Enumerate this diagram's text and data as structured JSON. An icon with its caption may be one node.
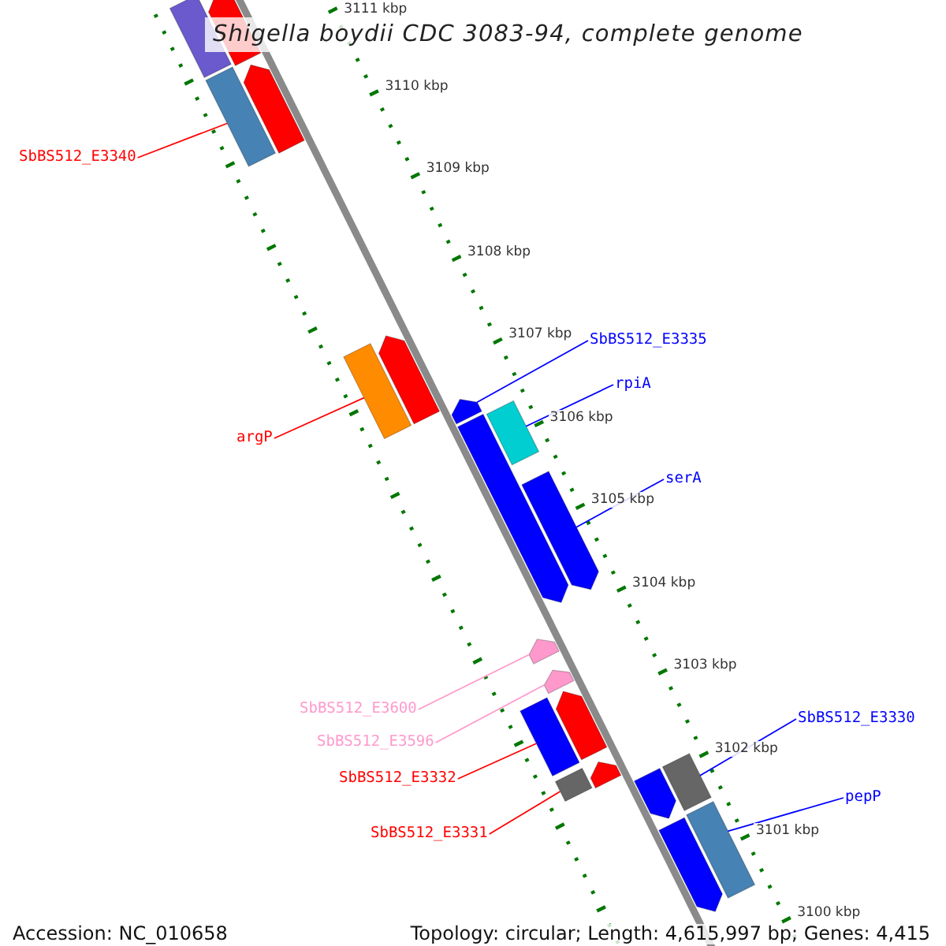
{
  "diagram": {
    "title": "Shigella boydii CDC 3083-94, complete genome",
    "nodes": [
      {
        "text": [
          "SbBS512_E3340"
        ]
      },
      {
        "text": [],
        "shape": "bar"
      },
      {
        "text": [
          "SbBS512_E3335"
        ]
      },
      {
        "text": [],
        "shape": "bar"
      },
      {
        "text": [
          "rpiA"
        ]
      },
      {
        "text": [],
        "shape": "bar"
      },
      {
        "text": [
          "argP"
        ]
      },
      {
        "text": [],
        "shape": "bar"
      },
      {
        "text": [
          "serA"
        ]
      },
      {
        "text": [],
        "shape": "bar"
      },
      {
        "text": [
          "SbBS512_E3600"
        ]
      },
      {
        "text": [],
        "shape": "bar"
      },
      {
        "text": [
          "SbBS512_E3596"
        ]
      },
      {
        "text": [],
        "shape": "bar"
      },
      {
        "text": [
          "SbBS512_E3330"
        ]
      },
      {
        "text": [],
        "shape": "bar"
      },
      {
        "text": [
          "SbBS512_E3332"
        ]
      },
      {
        "text": [],
        "shape": "bar"
      },
      {
        "text": [
          "pepP"
        ]
      },
      {
        "text": [],
        "shape": "bar"
      },
      {
        "text": [
          "SbBS512_E3331"
        ]
      },
      {
        "text": [],
        "shape": "bar"
      },
      {
        "text": [],
        "shape": "bar"
      },
      {
        "text": [],
        "shape": "bar"
      },
      {
        "text": [],
        "shape": "bar"
      },
      {
        "text": [],
        "shape": "bar"
      },
      {
        "text": [],
        "shape": "bar"
      },
      {
        "text": [],
        "shape": "bar"
      },
      {
        "text": [],
        "shape": "bar"
      },
      {
        "text": [],
        "shape": "bar"
      },
      {
        "text": [],
        "shape": "bar"
      }
    ],
    "edges": [
      {
        "from": 0,
        "to": 1,
        "arrow": "none",
        "color": "#ff0000"
      },
      {
        "from": 2,
        "to": 3,
        "arrow": "none"
      },
      {
        "from": 4,
        "to": 5,
        "arrow": "none"
      },
      {
        "from": 6,
        "to": 7,
        "arrow": "none",
        "color": "#ff0000"
      },
      {
        "from": 8,
        "to": 9,
        "arrow": "none"
      },
      {
        "from": 10,
        "to": 11,
        "arrow": "none",
        "color": "#ff99cc"
      },
      {
        "from": 12,
        "to": 13,
        "arrow": "none",
        "color": "#ff99cc"
      },
      {
        "from": 14,
        "to": 15,
        "arrow": "none"
      },
      {
        "from": 16,
        "to": 17,
        "arrow": "none",
        "color": "#ff0000"
      },
      {
        "from": 18,
        "to": 19,
        "arrow": "none"
      },
      {
        "from": 20,
        "to": 21,
        "arrow": "none",
        "color": "#ff0000"
      }
    ],
    "labels": [
      "3111 kbp",
      "3110 kbp",
      "3109 kbp",
      "3108 kbp",
      "3107 kbp",
      "3106 kbp",
      "3105 kbp",
      "3104 kbp",
      "3103 kbp",
      "3102 kbp",
      "3101 kbp",
      "3100 kbp",
      "Accession: NC_010658",
      "Topology: circular; Length: 4,615,997 bp; Genes: 4,415"
    ]
  }
}
